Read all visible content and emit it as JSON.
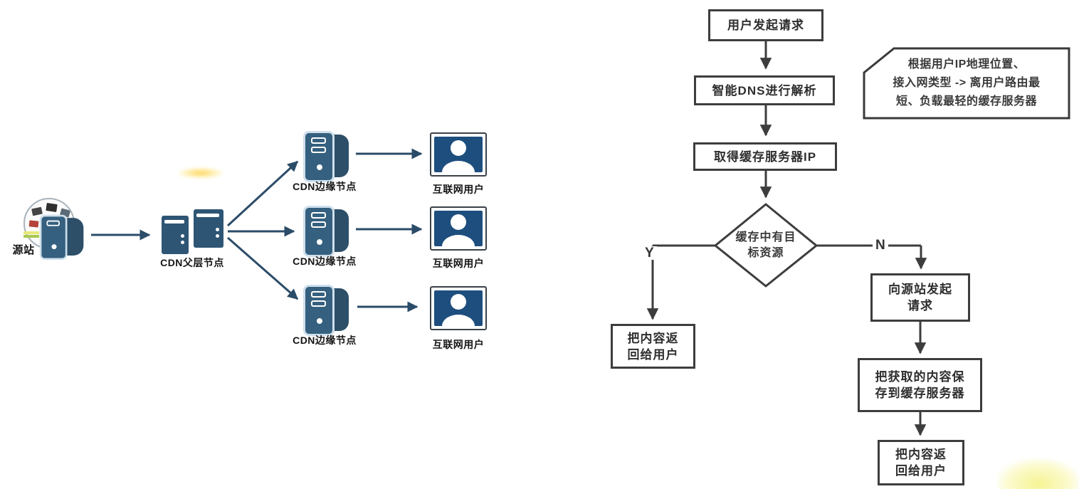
{
  "left_diagram": {
    "origin_label": "源站",
    "parent_label": "CDN父层节点",
    "edge_nodes": [
      {
        "label": "CDN边缘节点"
      },
      {
        "label": "CDN边缘节点"
      },
      {
        "label": "CDN边缘节点"
      }
    ],
    "users": [
      {
        "label": "互联网用户"
      },
      {
        "label": "互联网用户"
      },
      {
        "label": "互联网用户"
      }
    ]
  },
  "flowchart": {
    "start": "用户发起请求",
    "dns": "智能DNS进行解析",
    "get_ip": "取得缓存服务器IP",
    "decision": {
      "line1": "缓存中有目",
      "line2": "标资源"
    },
    "branch_yes": "Y",
    "branch_no": "N",
    "return_to_user": {
      "line1": "把内容返",
      "line2": "回给用户"
    },
    "request_origin": {
      "line1": "向源站发起",
      "line2": "请求"
    },
    "save_to_cache": {
      "line1": "把获取的内容保",
      "line2": "存到缓存服务器"
    },
    "final_return": {
      "line1": "把内容返",
      "line2": "回给用户"
    },
    "note": {
      "line1": "根据用户IP地理位置、",
      "line2": "接入网类型 -> 离用户路由最",
      "line3": "短、负载最轻的缓存服务器"
    }
  },
  "colors": {
    "server_body": "#35607f",
    "server_side": "#2d4f68",
    "parent_server": "#2e5574",
    "user_panel": "#1d4e7e",
    "flow_line": "#3d3d3d",
    "diagram_line": "#2b4c68",
    "highlight_yellow": "#f6f38c"
  }
}
